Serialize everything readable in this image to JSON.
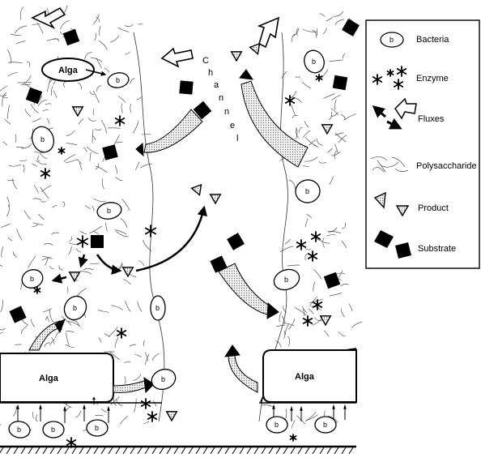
{
  "diagram": {
    "alga_label": "Alga",
    "bacterium_label": "b",
    "channel_letters": [
      "C",
      "h",
      "a",
      "n",
      "n",
      "e",
      "l"
    ]
  },
  "legend": {
    "bacteria": "Bacteria",
    "enzyme": "Enzyme",
    "fluxes": "Fluxes",
    "polysaccharide": "Polysaccharide",
    "product": "Product",
    "substrate": "Substrate"
  }
}
